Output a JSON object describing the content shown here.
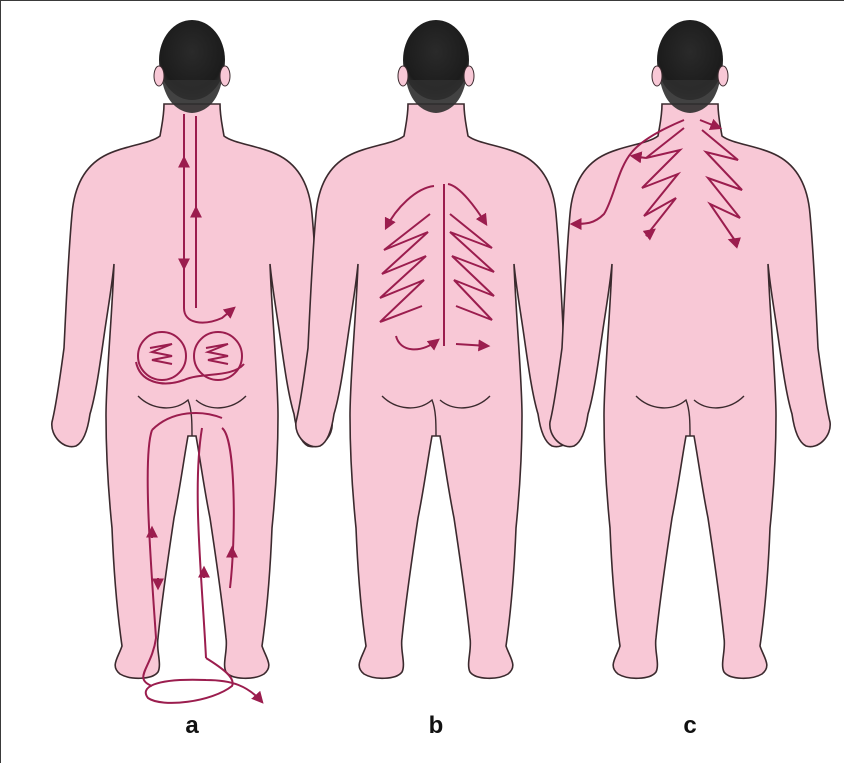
{
  "figure": {
    "panels": [
      {
        "id": "a",
        "label": "a"
      },
      {
        "id": "b",
        "label": "b"
      },
      {
        "id": "c",
        "label": "c"
      }
    ],
    "colors": {
      "skin": "#f8c8d6",
      "outline": "#3b2a2e",
      "hair": "#262626",
      "arrow": "#9b1d4e",
      "border": "#3a3a3a"
    }
  }
}
